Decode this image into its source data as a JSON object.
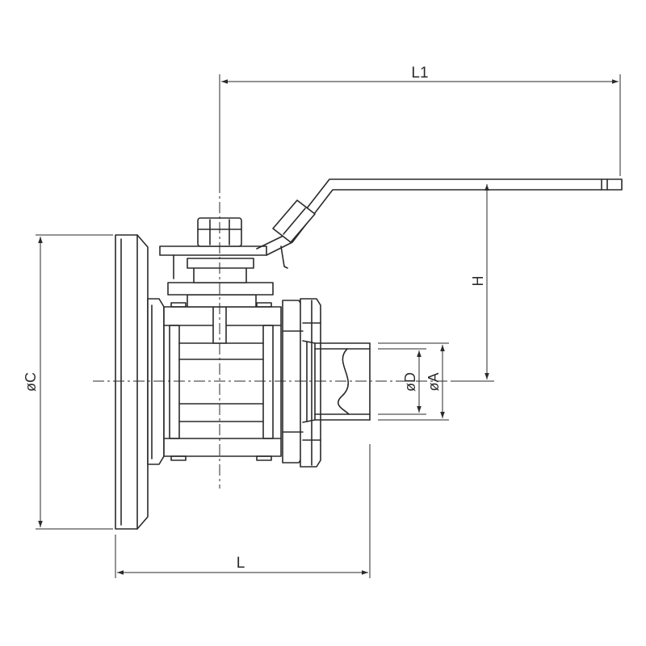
{
  "labels": {
    "l1": "L1",
    "h": "H",
    "c": "øC",
    "d": "øD",
    "a": "øA",
    "l": "L"
  },
  "colors": {
    "line": "#2a2a2a",
    "background": "#ffffff"
  }
}
